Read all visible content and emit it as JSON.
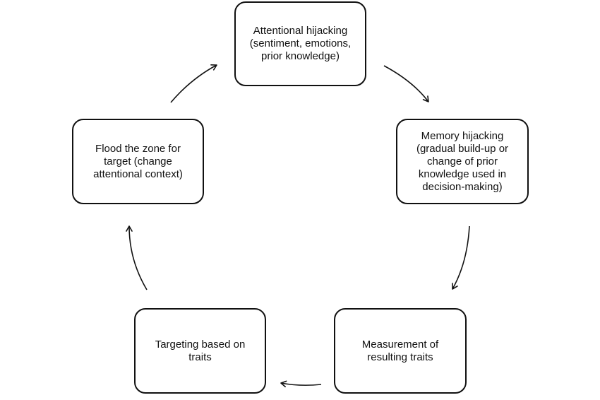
{
  "diagram": {
    "nodes": [
      {
        "id": "attention",
        "label": "Attentional hijacking\n(sentiment, emotions,\nprior knowledge)"
      },
      {
        "id": "memory",
        "label": "Memory hijacking\n(gradual build-up or\nchange of prior\nknowledge used in\ndecision-making)"
      },
      {
        "id": "measure",
        "label": "Measurement of\nresulting traits"
      },
      {
        "id": "target",
        "label": "Targeting based on\ntraits"
      },
      {
        "id": "flood",
        "label": "Flood the zone for\ntarget (change\nattentional context)"
      }
    ],
    "edges": [
      {
        "from": "attention",
        "to": "memory"
      },
      {
        "from": "memory",
        "to": "measure"
      },
      {
        "from": "measure",
        "to": "target"
      },
      {
        "from": "target",
        "to": "flood"
      },
      {
        "from": "flood",
        "to": "attention"
      }
    ],
    "colors": {
      "stroke": "#111111",
      "background": "#ffffff",
      "text": "#111111"
    }
  }
}
